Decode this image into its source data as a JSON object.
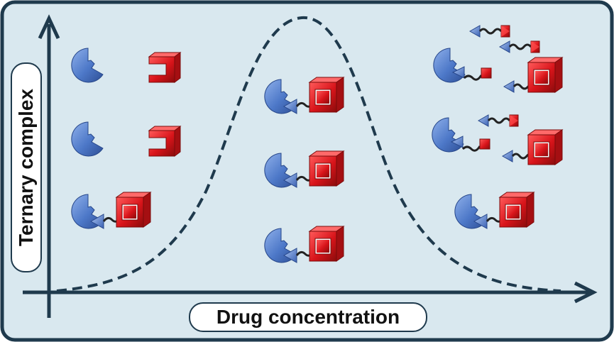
{
  "axes": {
    "x_label": "Drug concentration",
    "y_label": "Ternary complex"
  },
  "colors": {
    "background": "#d9e8ef",
    "frame": "#1f3a4d",
    "protein_blue": "#5b86d3",
    "protein_red": "#d91f1f",
    "curve": "#1f3a4d"
  },
  "regions": [
    {
      "name": "low-concentration",
      "description_items": [
        "free-protein-pair",
        "free-protein-pair",
        "ternary-complex"
      ]
    },
    {
      "name": "optimal-concentration",
      "description_items": [
        "ternary-complex",
        "ternary-complex",
        "ternary-complex"
      ]
    },
    {
      "name": "high-concentration",
      "description_items": [
        "binary-complexes",
        "binary-complexes",
        "ternary-complex"
      ]
    }
  ]
}
